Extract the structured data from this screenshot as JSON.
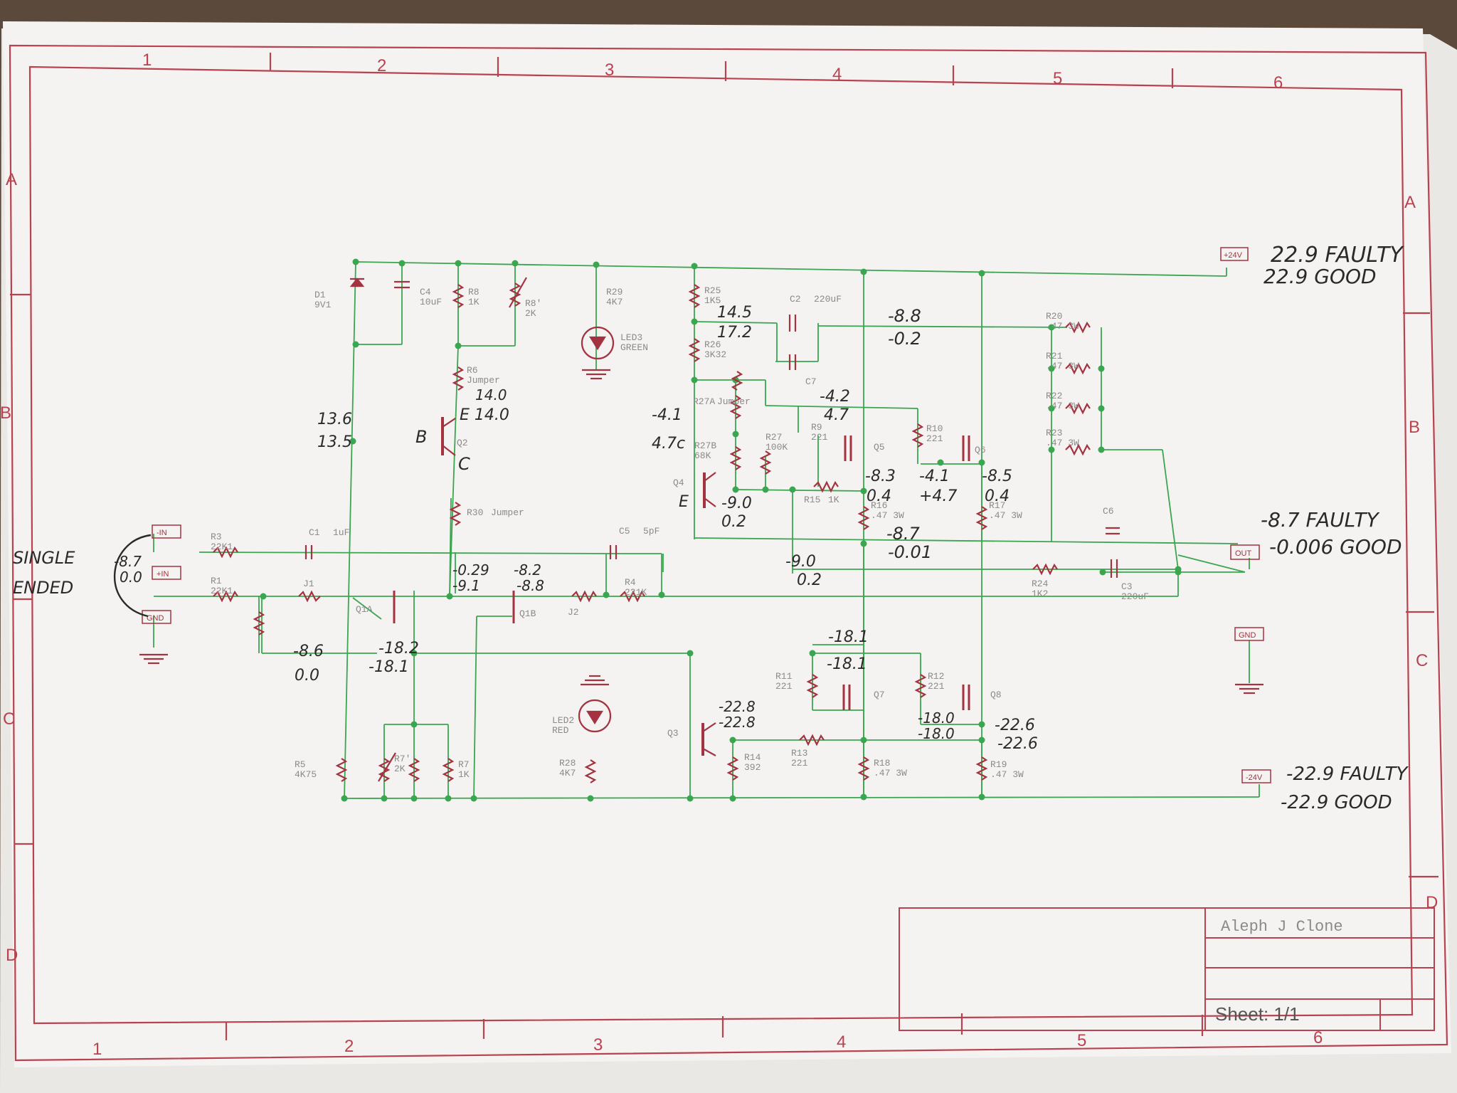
{
  "colors": {
    "frame": "#b8424f",
    "wire": "#3aa64f",
    "part": "#a33340",
    "part_label": "#8a8a8a",
    "pen": "#2a2a2a",
    "paper": "#f4f3f1"
  },
  "border": {
    "columns_top": [
      "1",
      "2",
      "3",
      "4",
      "5",
      "6"
    ],
    "columns_bottom": [
      "1",
      "2",
      "3",
      "4",
      "5",
      "6"
    ],
    "rows_left": [
      "A",
      "B",
      "C",
      "D"
    ],
    "rows_right": [
      "A",
      "B",
      "C",
      "D"
    ]
  },
  "title_block": {
    "title": "Aleph J Clone",
    "sheet": "Sheet: 1/1"
  },
  "ports": [
    {
      "label": "+24V"
    },
    {
      "label": "-IN"
    },
    {
      "label": "+IN"
    },
    {
      "label": "GND"
    },
    {
      "label": "OUT"
    },
    {
      "label": "GND"
    },
    {
      "label": "-24V"
    }
  ],
  "components": [
    {
      "ref": "D1",
      "value": "9V1"
    },
    {
      "ref": "C4",
      "value": "10uF"
    },
    {
      "ref": "R8",
      "value": "1K"
    },
    {
      "ref": "R8'",
      "value": "2K"
    },
    {
      "ref": "R29",
      "value": "4K7"
    },
    {
      "ref": "LED3",
      "value": "GREEN"
    },
    {
      "ref": "R25",
      "value": "1K5"
    },
    {
      "ref": "R26",
      "value": "3K32"
    },
    {
      "ref": "C2",
      "value": "220uF"
    },
    {
      "ref": "C7",
      "value": ""
    },
    {
      "ref": "R20",
      "value": ".47 3W"
    },
    {
      "ref": "R21",
      "value": ".47 3W"
    },
    {
      "ref": "R22",
      "value": ".47 3W"
    },
    {
      "ref": "R23",
      "value": ".47 3W"
    },
    {
      "ref": "R6",
      "value": "Jumper"
    },
    {
      "ref": "Q2",
      "value": ""
    },
    {
      "ref": "R27A",
      "value": "Jumper"
    },
    {
      "ref": "R27B",
      "value": "68K"
    },
    {
      "ref": "R27",
      "value": "100K"
    },
    {
      "ref": "R9",
      "value": "221"
    },
    {
      "ref": "Q5",
      "value": ""
    },
    {
      "ref": "R10",
      "value": "221"
    },
    {
      "ref": "Q6",
      "value": ""
    },
    {
      "ref": "Q4",
      "value": ""
    },
    {
      "ref": "R15",
      "value": "1K"
    },
    {
      "ref": "R16",
      "value": ".47 3W"
    },
    {
      "ref": "R17",
      "value": ".47 3W"
    },
    {
      "ref": "R30",
      "value": "Jumper"
    },
    {
      "ref": "R3",
      "value": "22K1"
    },
    {
      "ref": "R1",
      "value": "22K1"
    },
    {
      "ref": "C1",
      "value": "1uF"
    },
    {
      "ref": "J1",
      "value": ""
    },
    {
      "ref": "C5",
      "value": "5pF"
    },
    {
      "ref": "R4",
      "value": "221K"
    },
    {
      "ref": "Q1A",
      "value": ""
    },
    {
      "ref": "Q1B",
      "value": ""
    },
    {
      "ref": "J2",
      "value": ""
    },
    {
      "ref": "R24",
      "value": "1K2"
    },
    {
      "ref": "C6",
      "value": ""
    },
    {
      "ref": "C3",
      "value": "220uF"
    },
    {
      "ref": "R11",
      "value": "221"
    },
    {
      "ref": "Q7",
      "value": ""
    },
    {
      "ref": "R12",
      "value": "221"
    },
    {
      "ref": "Q8",
      "value": ""
    },
    {
      "ref": "LED2",
      "value": "RED"
    },
    {
      "ref": "Q3",
      "value": ""
    },
    {
      "ref": "R13",
      "value": "221"
    },
    {
      "ref": "R14",
      "value": "392"
    },
    {
      "ref": "R18",
      "value": ".47 3W"
    },
    {
      "ref": "R19",
      "value": ".47 3W"
    },
    {
      "ref": "R5",
      "value": "4K75"
    },
    {
      "ref": "R7'",
      "value": "2K"
    },
    {
      "ref": "R7",
      "value": "1K"
    },
    {
      "ref": "R28",
      "value": "4K7"
    }
  ],
  "annotations": [
    {
      "text": "22.9 FAULTY"
    },
    {
      "text": "22.9 GOOD"
    },
    {
      "text": "14.5"
    },
    {
      "text": "17.2"
    },
    {
      "text": "-8.8"
    },
    {
      "text": "-0.2"
    },
    {
      "text": "14.0"
    },
    {
      "text": "E 14.0"
    },
    {
      "text": "13.6"
    },
    {
      "text": "13.5"
    },
    {
      "text": "B"
    },
    {
      "text": "C"
    },
    {
      "text": "-4.2"
    },
    {
      "text": "4.7"
    },
    {
      "text": "-4.1"
    },
    {
      "text": "4.7c"
    },
    {
      "text": "-8.3"
    },
    {
      "text": "0.4"
    },
    {
      "text": "-4.1"
    },
    {
      "text": "+4.7"
    },
    {
      "text": "-8.5"
    },
    {
      "text": "0.4"
    },
    {
      "text": "E"
    },
    {
      "text": "-9.0"
    },
    {
      "text": "0.2"
    },
    {
      "text": "-8.7"
    },
    {
      "text": "-0.01"
    },
    {
      "text": "-9.0"
    },
    {
      "text": "0.2"
    },
    {
      "text": "SINGLE"
    },
    {
      "text": "ENDED"
    },
    {
      "text": "-8.7"
    },
    {
      "text": "0.0"
    },
    {
      "text": "-0.29"
    },
    {
      "text": "-9.1"
    },
    {
      "text": "-8.2"
    },
    {
      "text": "-8.8"
    },
    {
      "text": "-8.7 FAULTY"
    },
    {
      "text": "-0.006 GOOD"
    },
    {
      "text": "-8.6"
    },
    {
      "text": "0.0"
    },
    {
      "text": "-18.2"
    },
    {
      "text": "-18.1"
    },
    {
      "text": "-18.1"
    },
    {
      "text": "-18.1"
    },
    {
      "text": "-22.8"
    },
    {
      "text": "-22.8"
    },
    {
      "text": "-18.0"
    },
    {
      "text": "-18.0"
    },
    {
      "text": "-22.6"
    },
    {
      "text": "-22.6"
    },
    {
      "text": "-22.9 FAULTY"
    },
    {
      "text": "-22.9 GOOD"
    }
  ]
}
